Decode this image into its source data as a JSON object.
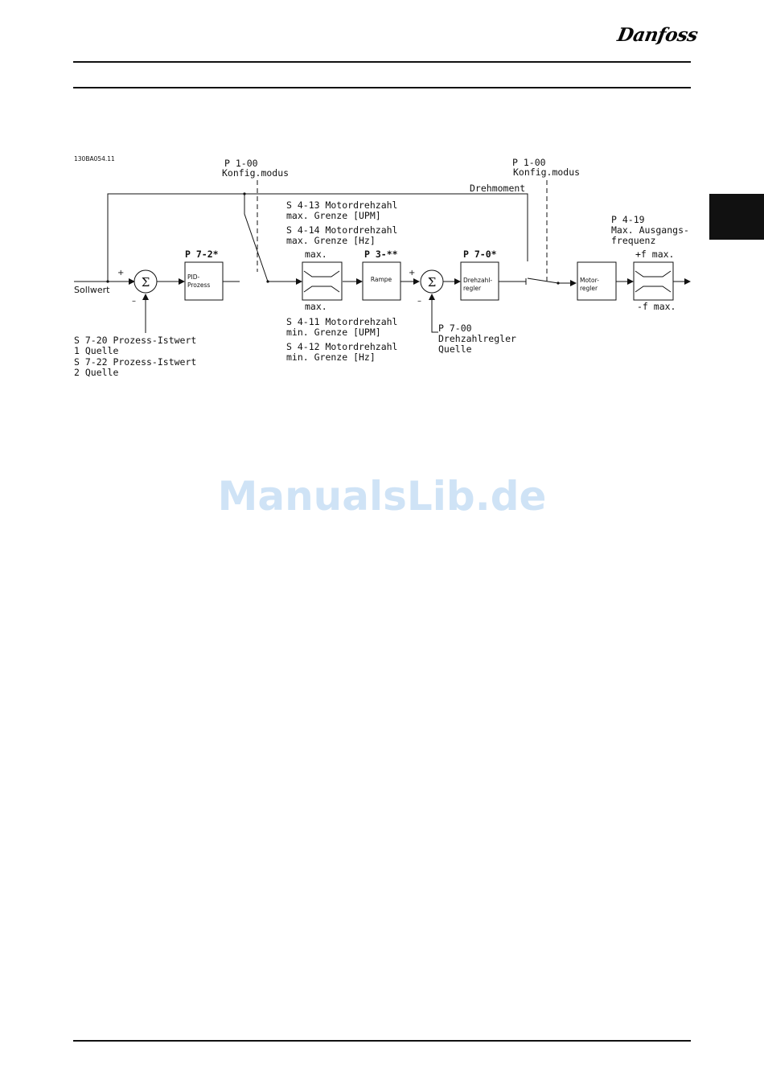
{
  "header": {
    "logo_text": "Danfoss"
  },
  "watermark": "ManualsLib.de",
  "diagram": {
    "figure_id": "130BA054.11",
    "input_label": "Sollwert",
    "sum_symbol": "Σ",
    "plus": "+",
    "minus": "–",
    "config_mode_1": {
      "param": "P 1-00",
      "name": "Konfig.modus"
    },
    "config_mode_2": {
      "param": "P 1-00",
      "name": "Konfig.modus"
    },
    "torque_label": "Drehmoment",
    "pid_block": {
      "param": "P 7-2*",
      "line1": "PID-",
      "line2": "Prozess"
    },
    "feedback": {
      "line1": "S 7-20 Prozess-Istwert",
      "line2": "1 Quelle",
      "line3": "S 7-22 Prozess-Istwert",
      "line4": "2 Quelle"
    },
    "limit_block": {
      "top": "max.",
      "bottom": "max."
    },
    "max_limits": {
      "line1": "S 4-13 Motordrehzahl",
      "line2": "max. Grenze [UPM]",
      "line3": "S 4-14 Motordrehzahl",
      "line4": "max. Grenze [Hz]"
    },
    "min_limits": {
      "line1": "S 4-11 Motordrehzahl",
      "line2": "min. Grenze [UPM]",
      "line3": "S 4-12 Motordrehzahl",
      "line4": "min. Grenze [Hz]"
    },
    "ramp_block": {
      "param": "P 3-**",
      "label": "Rampe"
    },
    "speed_ctrl_block": {
      "param": "P 7-0*",
      "line1": "Drehzahl-",
      "line2": "regler"
    },
    "speed_feedback": {
      "line1": "P 7-00",
      "line2": "Drehzahlregler",
      "line3": "Quelle"
    },
    "motor_ctrl_block": {
      "line1": "Motor-",
      "line2": "regler"
    },
    "max_output": {
      "line1": "P 4-19",
      "line2": "Max. Ausgangs-",
      "line3": "frequenz"
    },
    "freq_limit_block": {
      "top": "+f max.",
      "bottom": "-f max."
    }
  }
}
